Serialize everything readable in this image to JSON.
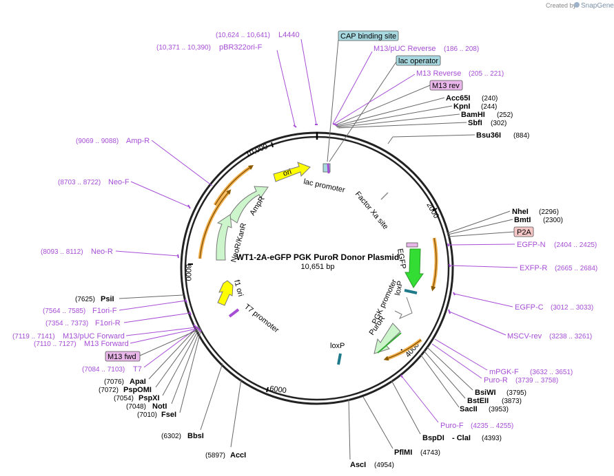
{
  "plasmid": {
    "name": "WT1-2A-eGFP PGK PuroR Donor Plasmid",
    "size_label": "10,651 bp"
  },
  "branding": {
    "created_by": "Created by",
    "product": "SnapGene"
  },
  "ticks": [
    "2000",
    "4000",
    "6000",
    "8000",
    "10,000"
  ],
  "features": {
    "ori": "ori",
    "ampr": "AmpR",
    "neor": "NeoR/KanR",
    "f1ori": "f1 ori",
    "t7prom": "T7 promoter",
    "lacprom": "lac promoter",
    "factorxa": "Factor Xa site",
    "egfp": "EGFP",
    "loxp1": "loxP",
    "pgkprom": "PGK promoter",
    "puror": "PuroR",
    "loxp2": "loxP"
  },
  "boxed": {
    "cap": "CAP binding site",
    "lacop": "lac operator",
    "m13rev": "M13 rev",
    "p2a": "P2A",
    "m13fwd": "M13 fwd"
  },
  "sites": {
    "acc65i": {
      "name": "Acc65I",
      "pos": "(240)"
    },
    "kpni": {
      "name": "KpnI",
      "pos": "(244)"
    },
    "bamhi": {
      "name": "BamHI",
      "pos": "(252)"
    },
    "sbfi": {
      "name": "SbfI",
      "pos": "(302)"
    },
    "bsu36i": {
      "name": "Bsu36I",
      "pos": "(884)"
    },
    "nhei": {
      "name": "NheI",
      "pos": "(2296)"
    },
    "bmti": {
      "name": "BmtI",
      "pos": "(2300)"
    },
    "bsiwi": {
      "name": "BsiWI",
      "pos": "(3795)"
    },
    "bsteii": {
      "name": "BstEII",
      "pos": "(3873)"
    },
    "sacii": {
      "name": "SacII",
      "pos": "(3953)"
    },
    "bspdi": {
      "name": "BspDI",
      "sep": "- ClaI",
      "pos": "(4393)"
    },
    "pflmi": {
      "name": "PflMI",
      "pos": "(4743)"
    },
    "asci": {
      "name": "AscI",
      "pos": "(4954)"
    },
    "acci": {
      "name": "AccI",
      "pos": "(5897)"
    },
    "bbsi": {
      "name": "BbsI",
      "pos": "(6302)"
    },
    "fsei": {
      "name": "FseI",
      "pos": "(7010)"
    },
    "noti": {
      "name": "NotI",
      "pos": "(7048)"
    },
    "pspxi": {
      "name": "PspXI",
      "pos": "(7054)"
    },
    "pspomi": {
      "name": "PspOMI",
      "pos": "(7072)"
    },
    "apai": {
      "name": "ApaI",
      "pos": "(7076)"
    },
    "psii": {
      "name": "PsiI",
      "pos": "(7625)"
    }
  },
  "primers": {
    "l4440": {
      "name": "L4440",
      "pos": "(10,624 .. 10,641)"
    },
    "pbr322": {
      "name": "pBR322ori-F",
      "pos": "(10,371 .. 10,390)"
    },
    "m13puc_rev": {
      "name": "M13/pUC Reverse",
      "pos": "(186 .. 208)"
    },
    "m13_rev": {
      "name": "M13 Reverse",
      "pos": "(205 .. 221)"
    },
    "egfp_n": {
      "name": "EGFP-N",
      "pos": "(2404 .. 2425)"
    },
    "exfp_r": {
      "name": "EXFP-R",
      "pos": "(2665 .. 2684)"
    },
    "egfp_c": {
      "name": "EGFP-C",
      "pos": "(3012 .. 3033)"
    },
    "mscv_rev": {
      "name": "MSCV-rev",
      "pos": "(3238 .. 3261)"
    },
    "mpgk_f": {
      "name": "mPGK-F",
      "pos": "(3632 .. 3651)"
    },
    "puro_r": {
      "name": "Puro-R",
      "pos": "(3739 .. 3758)"
    },
    "puro_f": {
      "name": "Puro-F",
      "pos": "(4235 .. 4255)"
    },
    "amp_r": {
      "name": "Amp-R",
      "pos": "(9069 .. 9088)"
    },
    "neo_f": {
      "name": "Neo-F",
      "pos": "(8703 .. 8722)"
    },
    "neo_r": {
      "name": "Neo-R",
      "pos": "(8093 .. 8112)"
    },
    "f1ori_f": {
      "name": "F1ori-F",
      "pos": "(7564 .. 7585)"
    },
    "f1ori_r": {
      "name": "F1ori-R",
      "pos": "(7354 .. 7373)"
    },
    "m13puc_fwd": {
      "name": "M13/pUC Forward",
      "pos": "(7119 .. 7141)"
    },
    "m13_fwd": {
      "name": "M13 Forward",
      "pos": "(7110 .. 7127)"
    },
    "t7": {
      "name": "T7",
      "pos": "(7084 .. 7103)"
    }
  },
  "colors": {
    "primer": "#a64dd6",
    "ori": "#ffff00",
    "resistance": "#ccf5cc",
    "egfp": "#33dd33",
    "box_blue": "#a8d8e0",
    "box_pink": "#e8b6e8",
    "box_peach": "#f5c6c6",
    "orf": "#f2b04c"
  }
}
